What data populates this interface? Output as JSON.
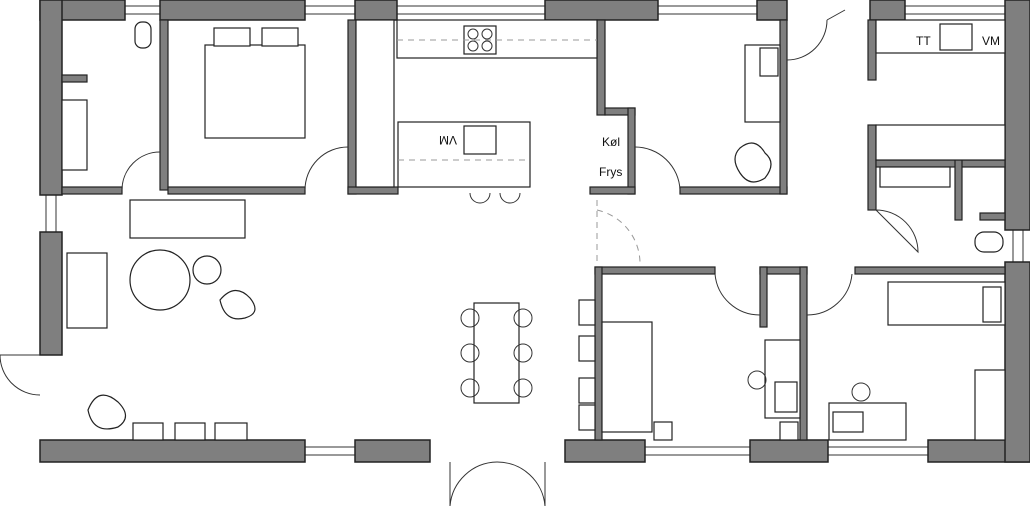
{
  "labels": {
    "island_washer": "VM",
    "fridge": "Køl",
    "freezer": "Frys",
    "laundry_dryer": "TT",
    "laundry_washer": "VM"
  }
}
